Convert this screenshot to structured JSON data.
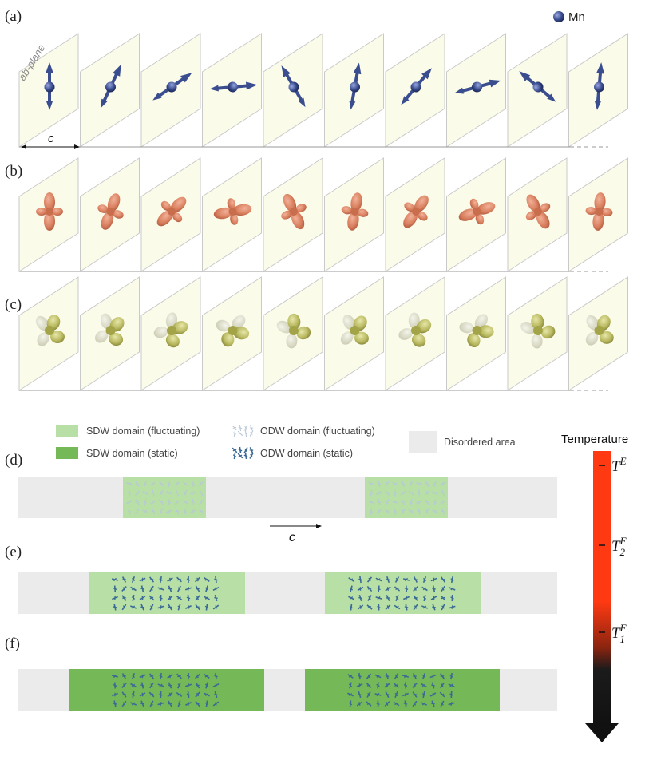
{
  "panel_labels": [
    "(a)",
    "(b)",
    "(c)",
    "(d)",
    "(e)",
    "(f)"
  ],
  "legend_top": {
    "label": "Mn",
    "color": "#3a4d8f"
  },
  "axis_labels": {
    "plane": "ab-plane",
    "c_top": "c",
    "c_mid": "c"
  },
  "spin_angles_deg": [
    0,
    25,
    55,
    85,
    -30,
    10,
    40,
    75,
    -50,
    5
  ],
  "orbital_angles_deg": [
    0,
    20,
    45,
    80,
    -25,
    10,
    35,
    70,
    -30,
    5
  ],
  "colors": {
    "plane_fill": "#fafbe8",
    "plane_stroke": "#c9c9c9",
    "spin": "#3a4d8f",
    "orbital_b": "#d9805f",
    "orbital_c": "#b8b860",
    "orbital_c_light": "#dcdcc6",
    "disordered": "#ebebeb",
    "sdw_fluct": "#b8dfa6",
    "sdw_static": "#74b857",
    "odw": "#3a6a95"
  },
  "legend": [
    {
      "key": "sdw_fluct",
      "label": "SDW domain (fluctuating)"
    },
    {
      "key": "sdw_static",
      "label": "SDW domain (static)"
    },
    {
      "key": "odw_fluct",
      "label": "ODW domain (fluctuating)"
    },
    {
      "key": "odw_static",
      "label": "ODW domain (static)"
    },
    {
      "key": "disordered",
      "label": "Disordered area"
    }
  ],
  "temperature": {
    "title": "Temperature",
    "marks": [
      {
        "base": "T",
        "sup": "E",
        "sub": ""
      },
      {
        "base": "T",
        "sup": "F",
        "sub": "2"
      },
      {
        "base": "T",
        "sup": "F",
        "sub": "1"
      }
    ]
  },
  "strips": [
    {
      "panel": "d",
      "domain": "sdw_fluct",
      "odw": "odw_fluct"
    },
    {
      "panel": "e",
      "domain": "sdw_fluct",
      "odw": "odw_static"
    },
    {
      "panel": "f",
      "domain": "sdw_static",
      "odw": "odw_static"
    }
  ]
}
